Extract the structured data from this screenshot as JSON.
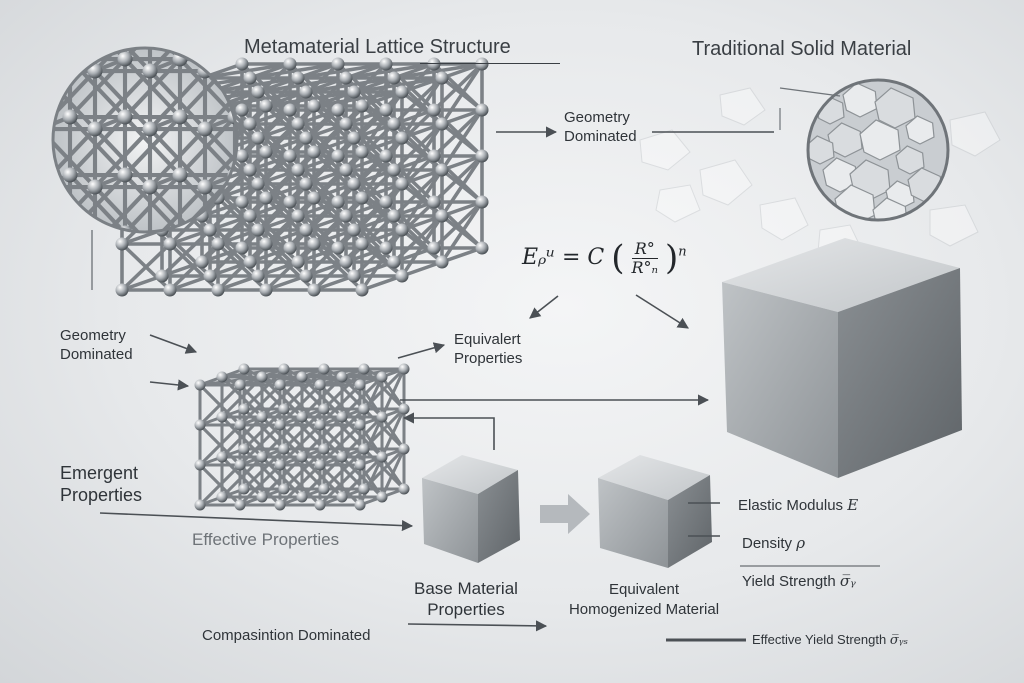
{
  "titles": {
    "lattice": "Metamaterial Lattice Structure",
    "solid": "Traditional Solid Material"
  },
  "labels": {
    "geometry_dominated_top": [
      "Geometry",
      "Dominated"
    ],
    "geometry_dominated_left": [
      "Geometry",
      "Dominated"
    ],
    "equivalent_properties": [
      "Equivalert",
      "Properties"
    ],
    "emergent_properties": [
      "Emergent",
      "Properties"
    ],
    "effective_properties": "Effective Properties",
    "base_material": [
      "Base Material",
      "Properties"
    ],
    "equivalent_homogenized": [
      "Equivalent",
      "Homogenized Material"
    ],
    "composition_dominated": "Compasintion Dominated",
    "elastic_modulus": "Elastic Modulus",
    "elastic_modulus_symbol": "E",
    "density": "Density",
    "density_symbol": "ρ",
    "yield_strength": "Yield Strength",
    "yield_strength_symbol": "σ̅ᵧ",
    "effective_yield_strength": "Effective Yield Strength",
    "effective_yield_strength_symbol": "σ̅ᵧₛ"
  },
  "formula": {
    "lhs": "Eᵨᵘ = C",
    "numerator": "R°",
    "denominator": "R°ₙ",
    "exponent": "n"
  },
  "colors": {
    "steel_light": "#cfd3d7",
    "steel_dark": "#6d7378",
    "ink": "#2f3439",
    "background": "#e7e9eb"
  }
}
